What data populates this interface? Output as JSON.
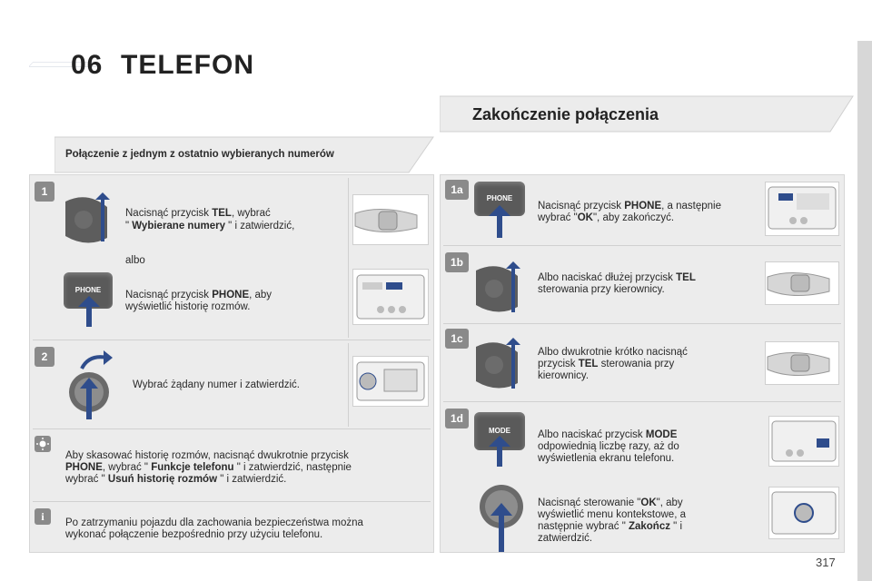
{
  "header": {
    "chapter_number": "06",
    "chapter_title": "TELEFON"
  },
  "section_heading": "Zakończenie połączenia",
  "left": {
    "subheading": "Połączenie z jednym z ostatnio wybieranych numerów",
    "step1": {
      "badge": "1",
      "t1a": "Nacisnąć przycisk ",
      "t1b": "TEL",
      "t1c": ", wybrać",
      "t2a": "\" ",
      "t2b": "Wybierane numery",
      "t2c": " \" i zatwierdzić,",
      "or": "albo",
      "t3a": "Nacisnąć przycisk ",
      "t3b": "PHONE",
      "t3c": ", aby",
      "t4": "wyświetlić historię rozmów.",
      "phone_button_label": "PHONE"
    },
    "step2": {
      "badge": "2",
      "text": "Wybrać żądany numer i zatwierdzić."
    },
    "tip": {
      "l1": "Aby skasować historię rozmów, nacisnąć dwukrotnie przycisk",
      "l2a": "PHONE",
      "l2b": ", wybrać \" ",
      "l2c": "Funkcje telefonu",
      "l2d": " \" i zatwierdzić, następnie",
      "l3a": "wybrać \" ",
      "l3b": "Usuń historię rozmów",
      "l3c": " \" i zatwierdzić."
    },
    "info": {
      "l1": "Po zatrzymaniu pojazdu dla zachowania bezpieczeństwa można",
      "l2": "wykonać połączenie bezpośrednio przy użyciu telefonu."
    }
  },
  "right": {
    "s1a": {
      "badge": "1a",
      "button_label": "PHONE",
      "l1a": "Nacisnąć przycisk ",
      "l1b": "PHONE",
      "l1c": ", a następnie",
      "l2a": "wybrać \"",
      "l2b": "OK",
      "l2c": "\", aby zakończyć."
    },
    "s1b": {
      "badge": "1b",
      "l1a": "Albo naciskać dłużej przycisk ",
      "l1b": "TEL",
      "l2": "sterowania przy kierownicy."
    },
    "s1c": {
      "badge": "1c",
      "l1": "Albo dwukrotnie krótko nacisnąć",
      "l2a": "przycisk ",
      "l2b": "TEL",
      "l2c": " sterowania przy",
      "l3": "kierownicy."
    },
    "s1d": {
      "badge": "1d",
      "button_label": "MODE",
      "l1a": "Albo naciskać przycisk ",
      "l1b": "MODE",
      "l2": "odpowiednią liczbę razy, aż do",
      "l3": "wyświetlenia ekranu telefonu.",
      "k1a": "Nacisnąć sterowanie \"",
      "k1b": "OK",
      "k1c": "\", aby",
      "k2": "wyświetlić menu kontekstowe, a",
      "k3a": "następnie wybrać \" ",
      "k3b": "Zakończ",
      "k3c": " \" i",
      "k4": "zatwierdzić."
    }
  },
  "footer": {
    "page_number": "317"
  },
  "colors": {
    "header_line": "#2d3f73",
    "panel_bg": "#ececec",
    "arrow": "#2f4d8c"
  }
}
